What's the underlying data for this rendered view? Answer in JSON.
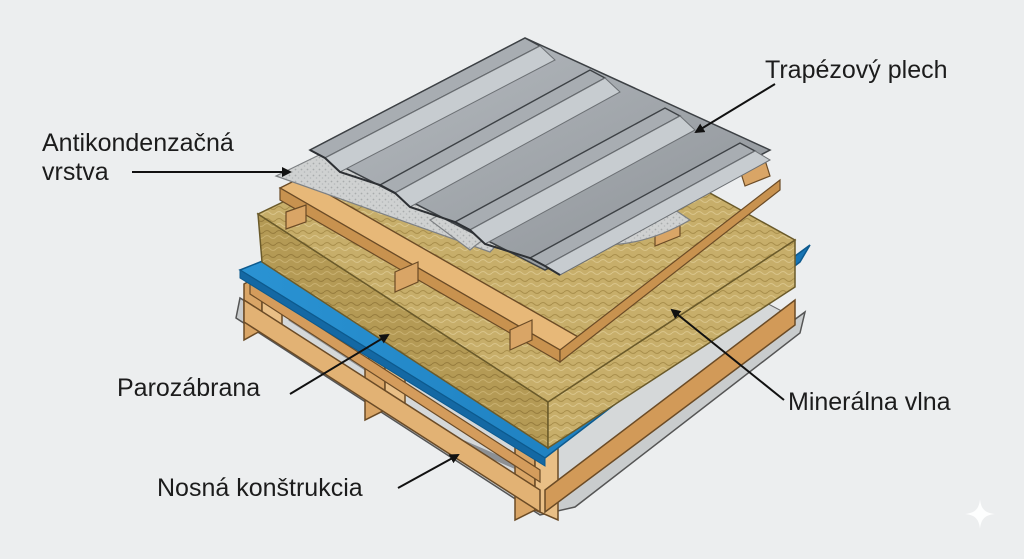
{
  "labels": {
    "trapezovy_plech": "Trapézový plech",
    "antikondenzacna_line1": "Antikondenzačná",
    "antikondenzacna_line2": "vrstva",
    "parozabrana": "Parozábrana",
    "mineralna_vlna": "Minerálna vlna",
    "nosna_konstrukcia": "Nosná konštrukcia"
  },
  "layers": [
    {
      "name": "Trapézový plech",
      "color": "#9ea3a8"
    },
    {
      "name": "Antikondenzačná vrstva",
      "color": "#c9cbcb"
    },
    {
      "name": "Minerálna vlna",
      "color": "#c4ac68"
    },
    {
      "name": "Parozábrana",
      "color": "#1c86c8"
    },
    {
      "name": "Nosná konštrukcia",
      "color": "#d9a56a"
    }
  ],
  "watermark_icon": "sparkle-icon"
}
